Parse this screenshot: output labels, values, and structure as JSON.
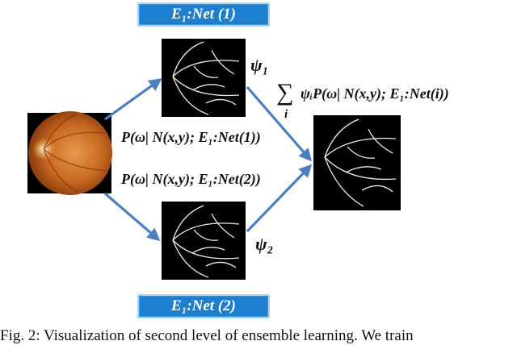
{
  "net_box_top": "E₁:Net (1)",
  "net_box_bottom": "E₁:Net (2)",
  "weight_top": "ψ₁",
  "weight_bottom": "ψ₂",
  "sum_sign": "∑",
  "sum_index": "i",
  "sum_term": "ψᵢP(ω| N(x,y); E₁:Net(i))",
  "prob_top": "P(ω| N(x,y); E₁:Net(1))",
  "prob_bottom": "P(ω| N(x,y); E₁:Net(2))",
  "caption": "Fig. 2: Visualization of second level of ensemble learning. We train",
  "colors": {
    "arrow": "#4a7fc1",
    "box_fill": "#1e7fd0",
    "box_border": "#a9d4f2"
  }
}
